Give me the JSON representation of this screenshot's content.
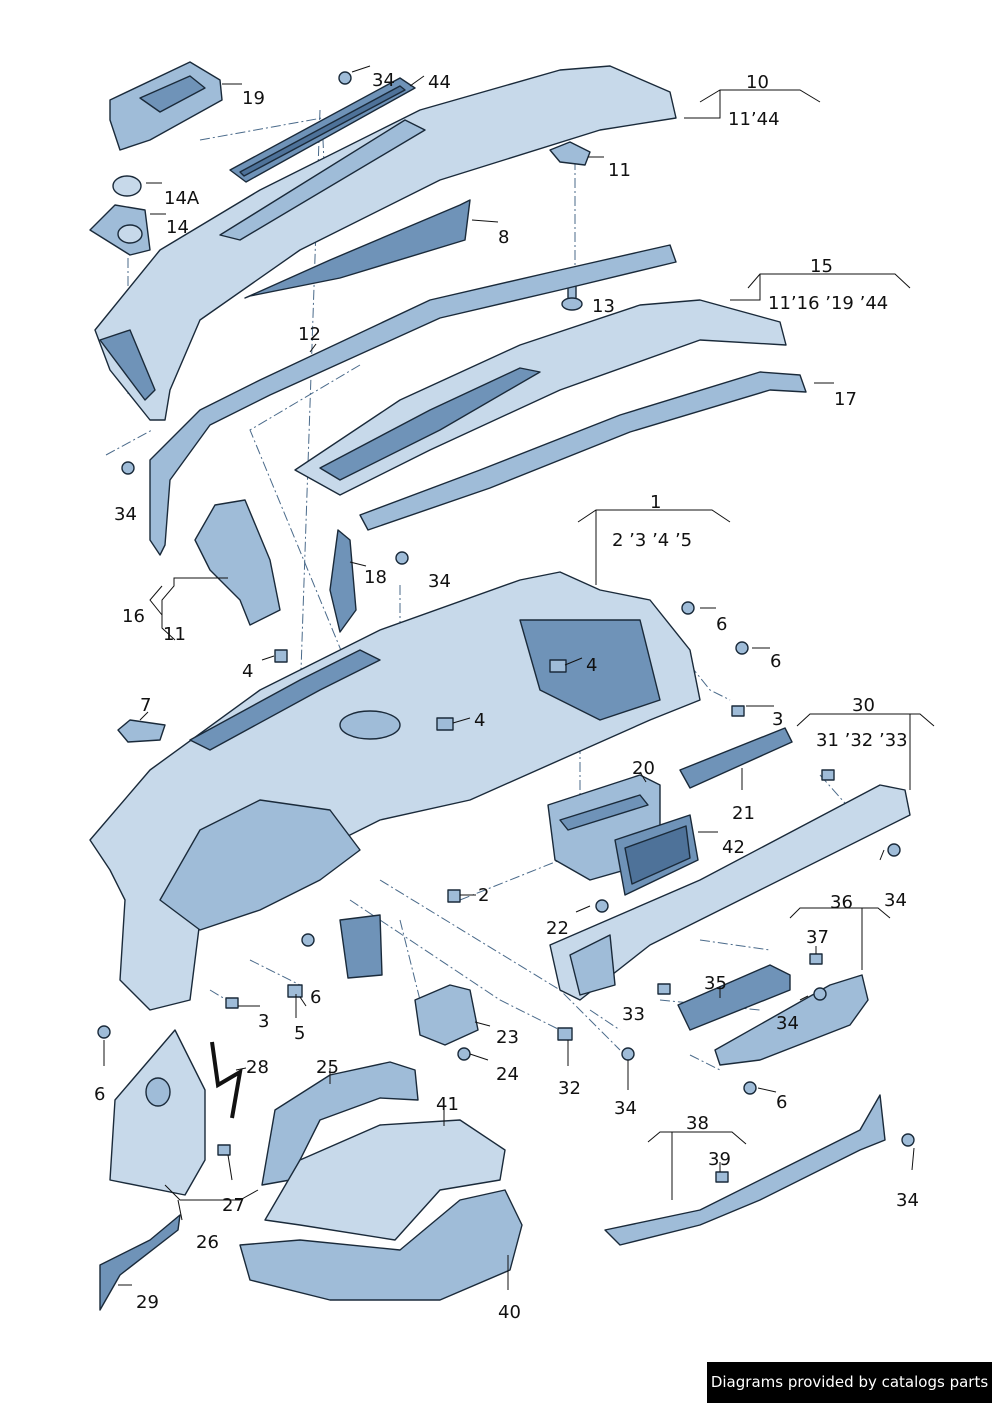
{
  "callouts": {
    "c19": "19",
    "c34_top": "34",
    "c44": "44",
    "c10": "10",
    "c10_sub": "11’44",
    "c11_a": "11",
    "c14a": "14A",
    "c14": "14",
    "c8": "8",
    "c13": "13",
    "c15": "15",
    "c15_sub": "11’16 ’19 ’44",
    "c12": "12",
    "c17": "17",
    "c34_left": "34",
    "c1": "1",
    "c1_sub": "2 ’3 ’4 ’5",
    "c18": "18",
    "c34_mid": "34",
    "c16": "16",
    "c11_b": "11",
    "c6_a": "6",
    "c6_b": "6",
    "c4_a": "4",
    "c4_b": "4",
    "c4_c": "4",
    "c7": "7",
    "c3_a": "3",
    "c30": "30",
    "c30_sub": "31 ’32 ’33",
    "c20": "20",
    "c21": "21",
    "c42": "42",
    "c2": "2",
    "c22": "22",
    "c34_r1": "34",
    "c36": "36",
    "c37": "37",
    "c6_c": "6",
    "c3_b": "3",
    "c5": "5",
    "c35": "35",
    "c34_r2": "34",
    "c33": "33",
    "c23": "23",
    "c24": "24",
    "c32": "32",
    "c34_r3": "34",
    "c6_d": "6",
    "c6_e": "6",
    "c28": "28",
    "c25": "25",
    "c41": "41",
    "c38": "38",
    "c39": "39",
    "c27": "27",
    "c26": "26",
    "c34_r4": "34",
    "c29": "29",
    "c40": "40"
  },
  "footer": {
    "text": "Diagrams provided by catalogs parts"
  },
  "colors": {
    "part_fill": "#9fbcd8",
    "part_outline": "#1a2a3a",
    "footer_bg": "#000000"
  }
}
